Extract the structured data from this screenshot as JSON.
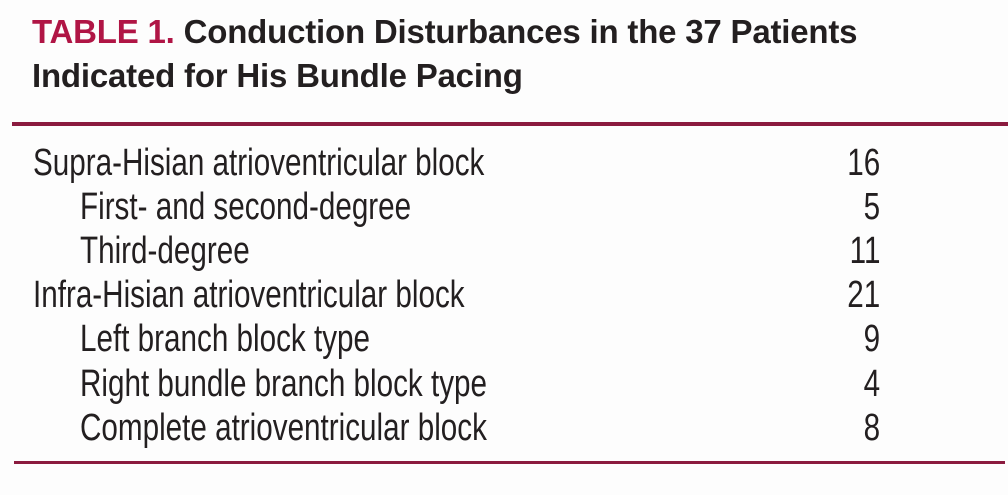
{
  "header": {
    "label": "TABLE 1.",
    "title_line1": "Conduction Disturbances in the 37 Patients",
    "title_line2": "Indicated for His Bundle Pacing"
  },
  "table": {
    "rows": [
      {
        "label": "Supra-Hisian atrioventricular block",
        "value": "16",
        "indent": false
      },
      {
        "label": "First- and second-degree",
        "value": "5",
        "indent": true
      },
      {
        "label": "Third-degree",
        "value": "11",
        "indent": true
      },
      {
        "label": "Infra-Hisian atrioventricular block",
        "value": "21",
        "indent": false
      },
      {
        "label": "Left branch block type",
        "value": "9",
        "indent": true
      },
      {
        "label": "Right bundle branch block type",
        "value": "4",
        "indent": true
      },
      {
        "label": "Complete atrioventricular block",
        "value": "8",
        "indent": true
      }
    ]
  },
  "chart_data": {
    "type": "table",
    "title": "TABLE 1. Conduction Disturbances in the 37 Patients Indicated for His Bundle Pacing",
    "rows": [
      [
        "Supra-Hisian atrioventricular block",
        16
      ],
      [
        "First- and second-degree",
        5
      ],
      [
        "Third-degree",
        11
      ],
      [
        "Infra-Hisian atrioventricular block",
        21
      ],
      [
        "Left branch block type",
        9
      ],
      [
        "Right bundle branch block type",
        4
      ],
      [
        "Complete atrioventricular block",
        8
      ]
    ]
  },
  "colors": {
    "accent_red": "#B01545",
    "rule_maroon": "#8B1B3F",
    "text_black": "#231F20",
    "background": "#FDFDFD"
  }
}
